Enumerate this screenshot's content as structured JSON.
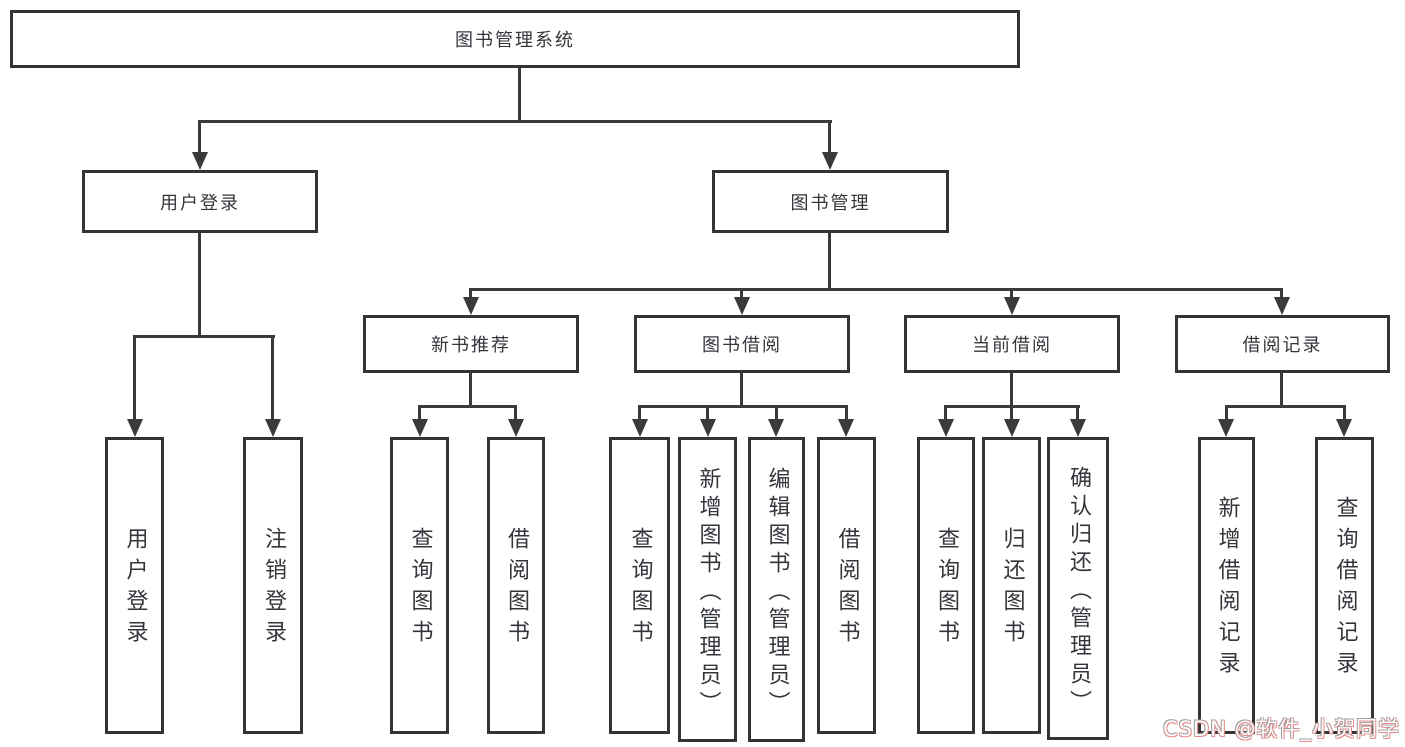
{
  "colors": {
    "line": "#3a3a3a",
    "box_border": "#343434",
    "text": "#33363b",
    "watermark_fill": "#fdfdfd",
    "watermark_pink": "#e98b8b"
  },
  "diagram": {
    "title": "图书管理系统",
    "level2": {
      "user_login": "用户登录",
      "book_management": "图书管理"
    },
    "level3": {
      "new_book": "新书推荐",
      "book_borrow": "图书借阅",
      "current_borrow": "当前借阅",
      "borrow_records": "借阅记录"
    },
    "leaves": {
      "user_login": [
        "用户登录",
        "注销登录"
      ],
      "new_book": [
        "查询图书",
        "借阅图书"
      ],
      "book_borrow": [
        "查询图书",
        "新增图书（管理员）",
        "编辑图书（管理员）",
        "借阅图书"
      ],
      "current_borrow": [
        "查询图书",
        "归还图书",
        "确认归还（管理员）"
      ],
      "borrow_records": [
        "新增借阅记录",
        "查询借阅记录"
      ]
    }
  },
  "watermark": {
    "text": "CSDN @软件_小贺同学"
  }
}
